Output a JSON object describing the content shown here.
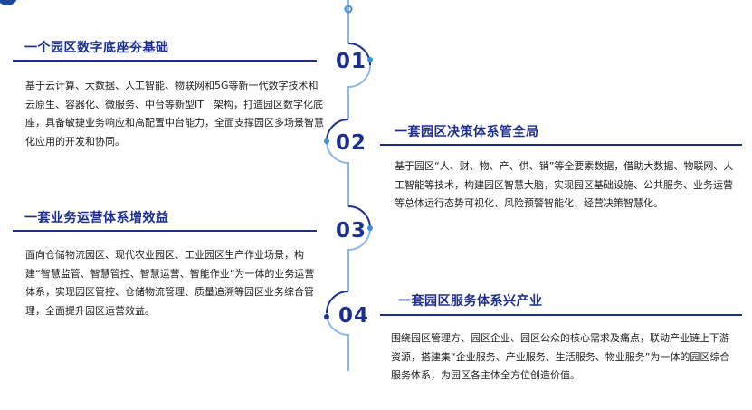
{
  "colors": {
    "primary": "#1d2f8c",
    "accent": "#3a8fd9",
    "light": "#8db6ee"
  },
  "sections": [
    {
      "number": "01",
      "title": "一个园区数字底座夯基础",
      "body": "基于云计算、大数据、人工智能、物联网和5G等新一代数字技术和云原生、容器化、微服务、中台等新型IT　架构，打造园区数字化底座，具备敏捷业务响应和高配置中台能力，全面支撑园区多场景智慧化应用的开发和协同。"
    },
    {
      "number": "02",
      "title": "一套园区决策体系管全局",
      "body": "基于园区“人、财、物、产、供、销”等全要素数据，借助大数据、物联网、人工智能等技术，构建园区智慧大脑，实现园区基础设施、公共服务、业务运营等总体运行态势可视化、风险预警智能化、经营决策智慧化。"
    },
    {
      "number": "03",
      "title": "一套业务运营体系增效益",
      "body": "面向仓储物流园区、现代农业园区、工业园区生产作业场景，构建“智慧监管、智慧管控、智慧运营、智能作业”为一体的业务运营体系，实现园区管控、仓储物流管理、质量追溯等园区业务综合管理，全面提升园区运营效益。"
    },
    {
      "number": "04",
      "title": "一套园区服务体系兴产业",
      "body": "围绕园区管理方、园区企业、园区公众的核心需求及痛点，联动产业链上下游资源，搭建集“企业服务、产业服务、生活服务、物业服务”为一体的园区综合服务体系，为园区各主体全方位创造价值。"
    }
  ]
}
